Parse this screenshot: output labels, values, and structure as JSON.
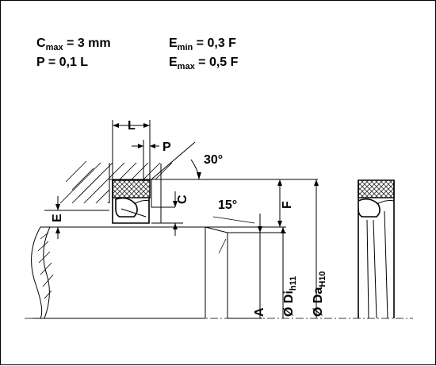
{
  "formulas": {
    "c_max": {
      "sym": "C",
      "sub": "max",
      "rhs": " = 3 mm"
    },
    "p": {
      "text": "P = 0,1 L"
    },
    "e_min": {
      "sym": "E",
      "sub": "min",
      "rhs": " = 0,3 F"
    },
    "e_max": {
      "sym": "E",
      "sub": "max",
      "rhs": " = 0,5 F"
    }
  },
  "labels": {
    "L": "L",
    "P": "P",
    "angle_30": "30°",
    "angle_15": "15°",
    "C": "C",
    "E": "E",
    "F": "F",
    "A": "A",
    "di_main": "Ø Di",
    "di_sub": "h11",
    "da_main": "Ø Da",
    "da_sub": "H10"
  },
  "colors": {
    "line": "#000000",
    "background": "#ffffff",
    "crosshatch": "#555555"
  }
}
